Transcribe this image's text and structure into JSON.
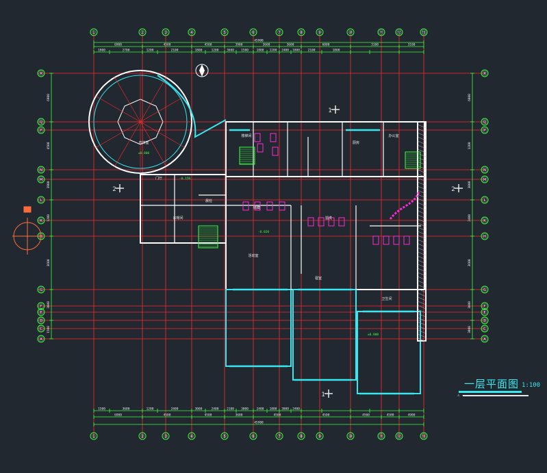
{
  "drawing": {
    "title": "一层平面图",
    "scale": "1:100",
    "note": "⚠ —",
    "colors": {
      "background": "#212830",
      "grid": "#ff2a2a",
      "wall": "#ffffff",
      "dimension": "#3cff3c",
      "window": "#38e8f0",
      "fixture": "#ff2ad4",
      "stair": "#3cff3c"
    }
  },
  "axes": {
    "top": [
      "①",
      "②",
      "③",
      "④",
      "⑤",
      "⑥",
      "⑦",
      "⑧",
      "⑨",
      "⑩",
      "⑪",
      "⑫",
      "⑬"
    ],
    "bottom": [
      "①",
      "②",
      "③",
      "④",
      "⑤",
      "⑥",
      "⑦",
      "⑧",
      "⑨",
      "⑩",
      "⑪",
      "⑫",
      "⑬"
    ],
    "left": [
      "Ⓡ",
      "Ⓠ",
      "Ⓟ",
      "Ⓝ",
      "Ⓜ",
      "Ⓛ",
      "Ⓚ",
      "Ⓗ",
      "Ⓖ",
      "Ⓕ",
      "Ⓔ",
      "Ⓓ",
      "Ⓒ",
      "Ⓐ"
    ],
    "right": [
      "Ⓡ",
      "Ⓠ",
      "Ⓟ",
      "Ⓝ",
      "Ⓜ",
      "Ⓛ",
      "Ⓚ",
      "Ⓗ",
      "Ⓖ",
      "Ⓕ",
      "Ⓔ",
      "Ⓓ",
      "Ⓒ",
      "Ⓐ"
    ]
  },
  "dimensions": {
    "top_total": "45900",
    "top_row": [
      "6900",
      "4500",
      "4500",
      "3900",
      "3600",
      "3600",
      "6000",
      "3100",
      "3100"
    ],
    "top_detail": [
      "1800",
      "2700",
      "1200",
      "2100",
      "1800",
      "1200",
      "3600",
      "1500",
      "1800",
      "1200",
      "2400",
      "1800",
      "2100",
      "1800"
    ],
    "bottom_total": "45900",
    "bottom_row": [
      "6900",
      "4500",
      "4500",
      "3600",
      "4500",
      "4500",
      "4500",
      "4500",
      "4900"
    ],
    "bottom_detail": [
      "1500",
      "3600",
      "1200",
      "2400",
      "3000",
      "2400",
      "2100",
      "3000",
      "2400",
      "1800",
      "3000",
      "2400"
    ],
    "left_col": [
      "6900",
      "4500",
      "3900",
      "1200",
      "3600",
      "3000",
      "1500",
      "1500"
    ],
    "right_col": [
      "6000",
      "1200",
      "3000",
      "2400",
      "3600",
      "3600",
      "3000",
      "1500"
    ]
  },
  "section_marks": [
    "1",
    "1",
    "2",
    "2"
  ],
  "rooms": [
    "音体室",
    "厨房",
    "门厅",
    "活动室",
    "寝室",
    "卫生间",
    "储藏",
    "办公室",
    "晨检",
    "楼梯间",
    "盥洗",
    "衣帽间"
  ],
  "levels": [
    "±0.000",
    "-0.150",
    "-0.020",
    "±0.000"
  ]
}
